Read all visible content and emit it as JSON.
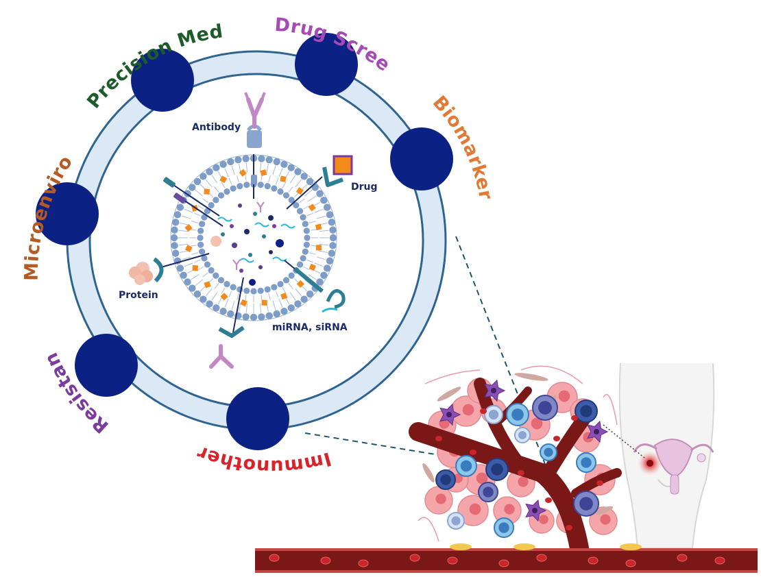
{
  "ring_labels": [
    {
      "text": "Precision Medicine",
      "color": "#1e5b2b"
    },
    {
      "text": "Drug Screening",
      "color": "#a64bb6"
    },
    {
      "text": "Biomarkers",
      "color": "#e07a36"
    },
    {
      "text": "Microenvironment",
      "color": "#b55a25"
    },
    {
      "text": "Resistance",
      "color": "#7a3a9e"
    },
    {
      "text": "Immunotherapy",
      "color": "#d9232a"
    }
  ],
  "vesicle_labels": {
    "antibody": "Antibody",
    "drug": "Drug",
    "protein": "Protein",
    "rna": "miRNA, siRNA"
  },
  "colors": {
    "ring_fill": "#dbe8f6",
    "ring_stroke": "#2f6490",
    "node": "#0c2184",
    "membrane": "#7e9cc8",
    "cargo_orange": "#f28a1c",
    "antibody": "#c388c4",
    "vessel": "#7a1818",
    "rbc": "#c9252b"
  }
}
